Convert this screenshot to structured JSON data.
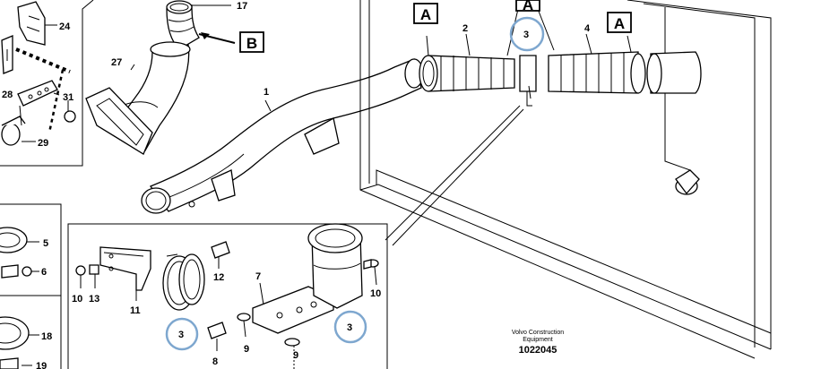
{
  "callouts": {
    "c1": "1",
    "c2": "2",
    "c3": "3",
    "c4": "4",
    "c5": "5",
    "c6": "6",
    "c7": "7",
    "c8": "8",
    "c9": "9",
    "c10": "10",
    "c11": "11",
    "c12": "12",
    "c13": "13",
    "c17": "17",
    "c18": "18",
    "c19": "19",
    "c24": "24",
    "c27": "27",
    "c28": "28",
    "c29": "29",
    "c31": "31"
  },
  "ref_boxes": {
    "a": "A",
    "b": "B"
  },
  "caption": {
    "brand_line1": "Volvo Construction",
    "brand_line2": "Equipment",
    "ref_number": "1022045"
  }
}
